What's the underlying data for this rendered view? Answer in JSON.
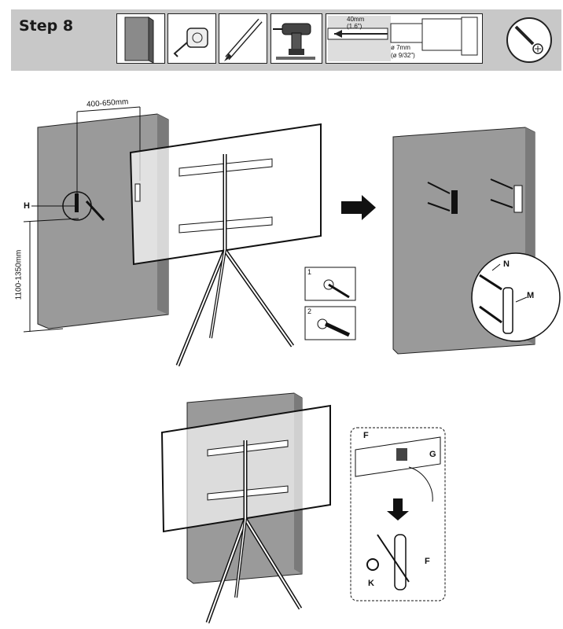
{
  "header": {
    "step_title": "Step 8",
    "drill_depth": "40mm",
    "drill_depth_in": "(1.6\")",
    "drill_diameter": "ø 7mm",
    "drill_diameter_in": "(ø 9/32\")"
  },
  "figure1": {
    "width_range": "400-650mm",
    "height_range": "1100-1350mm",
    "h_label": "H",
    "step1_num": "1",
    "step2_num": "2"
  },
  "figure2": {
    "n_label": "N",
    "m_label": "M"
  },
  "figure3": {
    "f_label_top": "F",
    "g_label": "G",
    "f_label_bottom": "F",
    "k_label": "K"
  },
  "colors": {
    "header_bg": "#c8c8c8",
    "wall": "#9a9a9a",
    "outline": "#111111"
  }
}
